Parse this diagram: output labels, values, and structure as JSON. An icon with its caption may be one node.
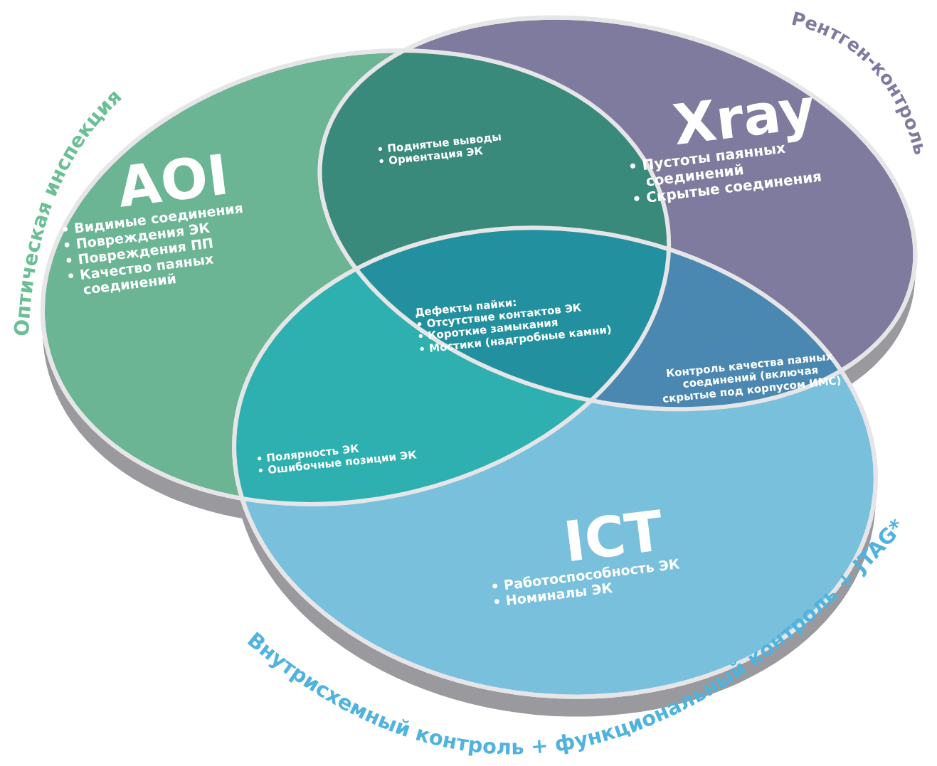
{
  "diagram": {
    "nodes": [
      {
        "text": [
          "AOI",
          "• Видимые соединения",
          "• Повреждения ЭК",
          "• Повреждения ПП",
          "• Качество паяных соединений"
        ],
        "beside": [
          "Оптическая инспекция"
        ]
      },
      {
        "text": [
          "Xray",
          "• Пустоты паянных соединений",
          "• Скрытые соединения"
        ],
        "beside": [
          "Рентген-контроль"
        ]
      },
      {
        "text": [
          "ICT",
          "• Работоспособность ЭК",
          "• Номиналы ЭК"
        ],
        "beside": [
          "Внутрисхемный контроль + функциональный контроль + JTAG*"
        ]
      },
      {
        "text": [
          "• Поднятые выводы",
          "• Ориентация ЭК"
        ]
      },
      {
        "text": [
          "• Полярность ЭК",
          "• Ошибочные позиции ЭК"
        ]
      },
      {
        "text": [
          "Контроль качества паяных соединений (включая скрытые под корпусом ИМС)"
        ]
      },
      {
        "text": [
          "Дефекты пайки:",
          "• Отсутствие контактов ЭК",
          "• Короткие замыкания",
          "• Мостики (надгробные камни)"
        ]
      }
    ]
  }
}
